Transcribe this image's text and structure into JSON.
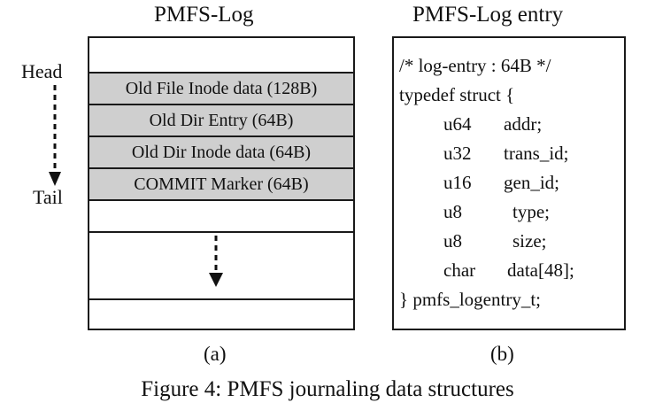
{
  "panel_a": {
    "title": "PMFS-Log",
    "head_label": "Head",
    "tail_label": "Tail",
    "entries": [
      "Old File Inode data (128B)",
      "Old Dir Entry (64B)",
      "Old Dir Inode data (64B)",
      "COMMIT Marker (64B)"
    ],
    "sublabel": "(a)"
  },
  "panel_b": {
    "title": "PMFS-Log entry",
    "code": {
      "comment": "/* log-entry : 64B */",
      "open": "typedef struct {",
      "fields": [
        {
          "type": "u64",
          "name": "addr;"
        },
        {
          "type": "u32",
          "name": "trans_id;"
        },
        {
          "type": "u16",
          "name": "gen_id;"
        },
        {
          "type": "u8",
          "name": "type;"
        },
        {
          "type": "u8",
          "name": "size;"
        },
        {
          "type": "char",
          "name": "data[48];"
        }
      ],
      "close": "} pmfs_logentry_t;"
    },
    "sublabel": "(b)"
  },
  "caption": "Figure 4: PMFS journaling data structures"
}
